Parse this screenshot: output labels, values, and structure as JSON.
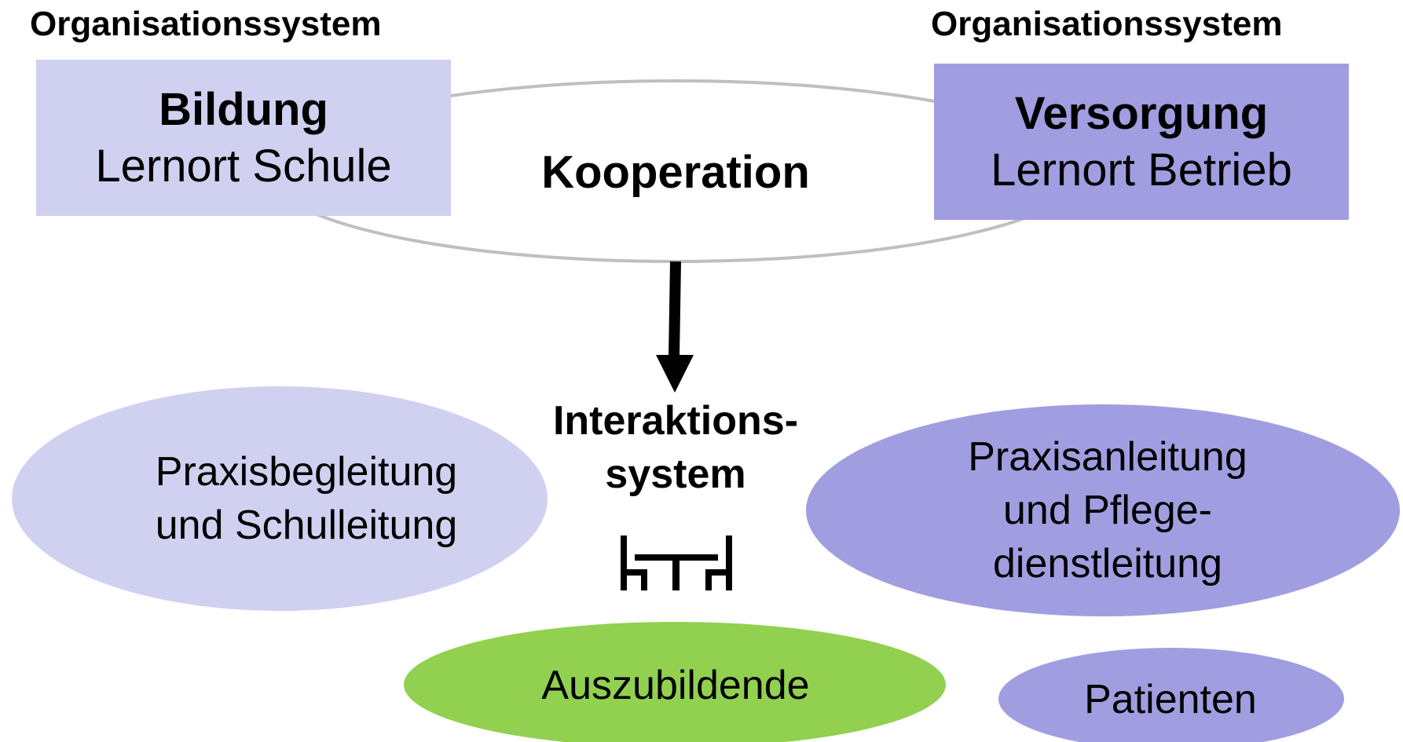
{
  "left_org": {
    "header": "Organisationssystem",
    "title": "Bildung",
    "subtitle": "Lernort Schule"
  },
  "right_org": {
    "header": "Organisationssystem",
    "title": "Versorgung",
    "subtitle": "Lernort Betrieb"
  },
  "cooperation": "Kooperation",
  "interaction": {
    "line1": "Interaktions-",
    "line2": "system"
  },
  "ellipses": {
    "school": {
      "line1": "Praxisbegleitung",
      "line2": "und Schulleitung"
    },
    "care": {
      "line1": "Praxisanleitung",
      "line2": "und Pflege-",
      "line3": "dienstleitung"
    },
    "trainees": "Auszubildende",
    "patients": "Patienten"
  },
  "colors": {
    "light_purple": "#d0d0f0",
    "medium_purple": "#a09ee0",
    "green": "#92d050",
    "outline_gray": "#bfbfbf"
  },
  "icons": {
    "table": "table-with-chairs-icon",
    "arrow": "down-arrow"
  }
}
